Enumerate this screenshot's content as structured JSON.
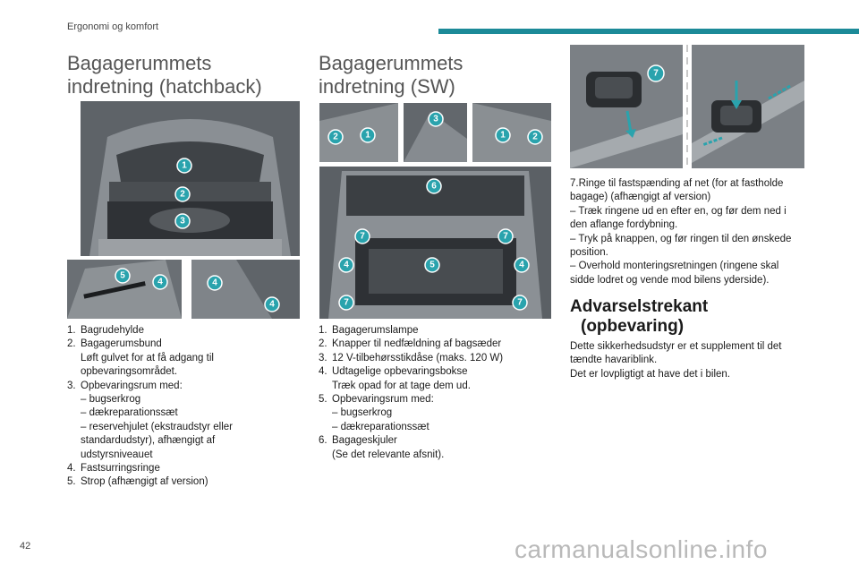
{
  "header": {
    "section": "Ergonomi og komfort"
  },
  "page_number": "42",
  "watermark": "carmanualsonline.info",
  "hatchback": {
    "title_line1": "Bagagerummets",
    "title_line2": "indretning (hatchback)",
    "items": [
      {
        "num": "1.",
        "text": "Bagrudehylde"
      },
      {
        "num": "2.",
        "text": "Bagagerumsbund"
      },
      {
        "sub": "Løft gulvet for at få adgang til"
      },
      {
        "sub": "opbevaringsområdet."
      },
      {
        "num": "3.",
        "text": "Opbevaringsrum med:"
      },
      {
        "sub": "– bugserkrog"
      },
      {
        "sub": "– dækreparationssæt"
      },
      {
        "sub": "– reservehjulet (ekstraudstyr eller"
      },
      {
        "sub": "standardudstyr), afhængigt af"
      },
      {
        "sub": "udstyrsniveauet"
      },
      {
        "num": "4.",
        "text": "Fastsurringsringe"
      },
      {
        "num": "5.",
        "text": "Strop (afhængigt af version)"
      }
    ]
  },
  "sw": {
    "title_line1": "Bagagerummets",
    "title_line2": "indretning (SW)",
    "items": [
      {
        "num": "1.",
        "text": "Bagagerumslampe"
      },
      {
        "num": "2.",
        "text": "Knapper til nedfældning af bagsæder"
      },
      {
        "num": "3.",
        "text": "12 V-tilbehørsstikdåse (maks. 120 W)"
      },
      {
        "num": "4.",
        "text": "Udtagelige opbevaringsbokse"
      },
      {
        "sub": "Træk opad for at tage dem ud."
      },
      {
        "num": "5.",
        "text": "Opbevaringsrum med:"
      },
      {
        "sub": "– bugserkrog"
      },
      {
        "sub": "– dækreparationssæt"
      },
      {
        "num": "6.",
        "text": "Bagageskjuler"
      },
      {
        "sub": "(Se det relevante afsnit)."
      }
    ]
  },
  "rings": {
    "lines": [
      "7.Ringe til fastspænding af net (for at fastholde",
      "bagage) (afhængigt af version)",
      "– Træk ringene ud en efter en, og før dem ned i",
      "den aflange fordybning.",
      "– Tryk på knappen, og før ringen til den ønskede",
      "position.",
      "– Overhold monteringsretningen (ringene skal",
      "sidde lodret og vende mod bilens yderside)."
    ]
  },
  "warning": {
    "title_line1": "Advarselstrekant",
    "title_line2": "(opbevaring)",
    "lines": [
      "Dette sikkerhedsudstyr er et supplement til det",
      "tændte havariblink.",
      "Det er lovpligtigt at have det i bilen."
    ]
  },
  "callouts": {
    "hb_main": [
      "1",
      "2",
      "3"
    ],
    "hb_left": [
      "5",
      "4"
    ],
    "hb_right": [
      "4",
      "4"
    ],
    "sw_top1": [
      "2",
      "1"
    ],
    "sw_top2": [
      "3"
    ],
    "sw_top3": [
      "1",
      "2"
    ],
    "sw_main": [
      "6",
      "7",
      "7",
      "4",
      "5",
      "4",
      "7",
      "7"
    ],
    "ring_pic": [
      "7"
    ]
  }
}
